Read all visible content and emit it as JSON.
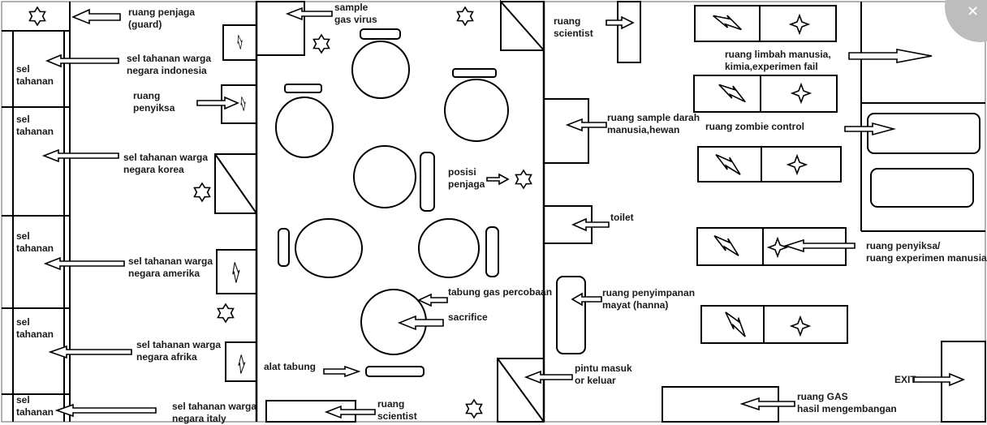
{
  "labels": {
    "guard_room": "ruang penjaga\n(guard)",
    "indonesia": "sel tahanan warga\nnegara indonesia",
    "cell_1": "sel\ntahanan",
    "torture": "ruang\npenyiksa",
    "cell_2": "sel\ntahanan",
    "korea": "sel tahanan warga\nnegara korea",
    "cell_3": "sel\ntahanan",
    "amerika": "sel tahanan warga\nnegara amerika",
    "cell_4": "sel\ntahanan",
    "afrika": "sel tahanan warga\nnegara afrika",
    "cell_5": "sel\ntahanan",
    "italy": "sel tahanan warga\nnegara italy",
    "sample_gas": "sample\ngas virus",
    "guard_position": "posisi\npenjaga",
    "gas_tube": "tabung gas percobaan",
    "sacrifice": "sacrifice",
    "tube_tool": "alat tabung",
    "scientist_bottom": "ruang\nscientist",
    "scientist_top": "ruang\nscientist",
    "blood_sample": "ruang sample darah\nmanusia,hewan",
    "toilet": "toilet",
    "corpse_storage": "ruang penyimpanan\nmayat (hanna)",
    "entrance": "pintu masuk\nor keluar",
    "waste_room": "ruang limbah manusia,\nkimia,experimen fail",
    "zombie_control": "ruang zombie control",
    "experiment_room": "ruang penyiksa/\nruang experimen manusia",
    "exit": "EXIT",
    "gas_room": "ruang GAS\nhasil mengembangan"
  },
  "icons": {
    "star": "star-icon",
    "lightning": "lightning-icon",
    "sparkle": "sparkle-icon",
    "arrow": "arrow-icon",
    "close": "close-icon"
  },
  "colors": {
    "line": "#000000",
    "background": "#ffffff",
    "close_button": "#bdbdbd"
  }
}
